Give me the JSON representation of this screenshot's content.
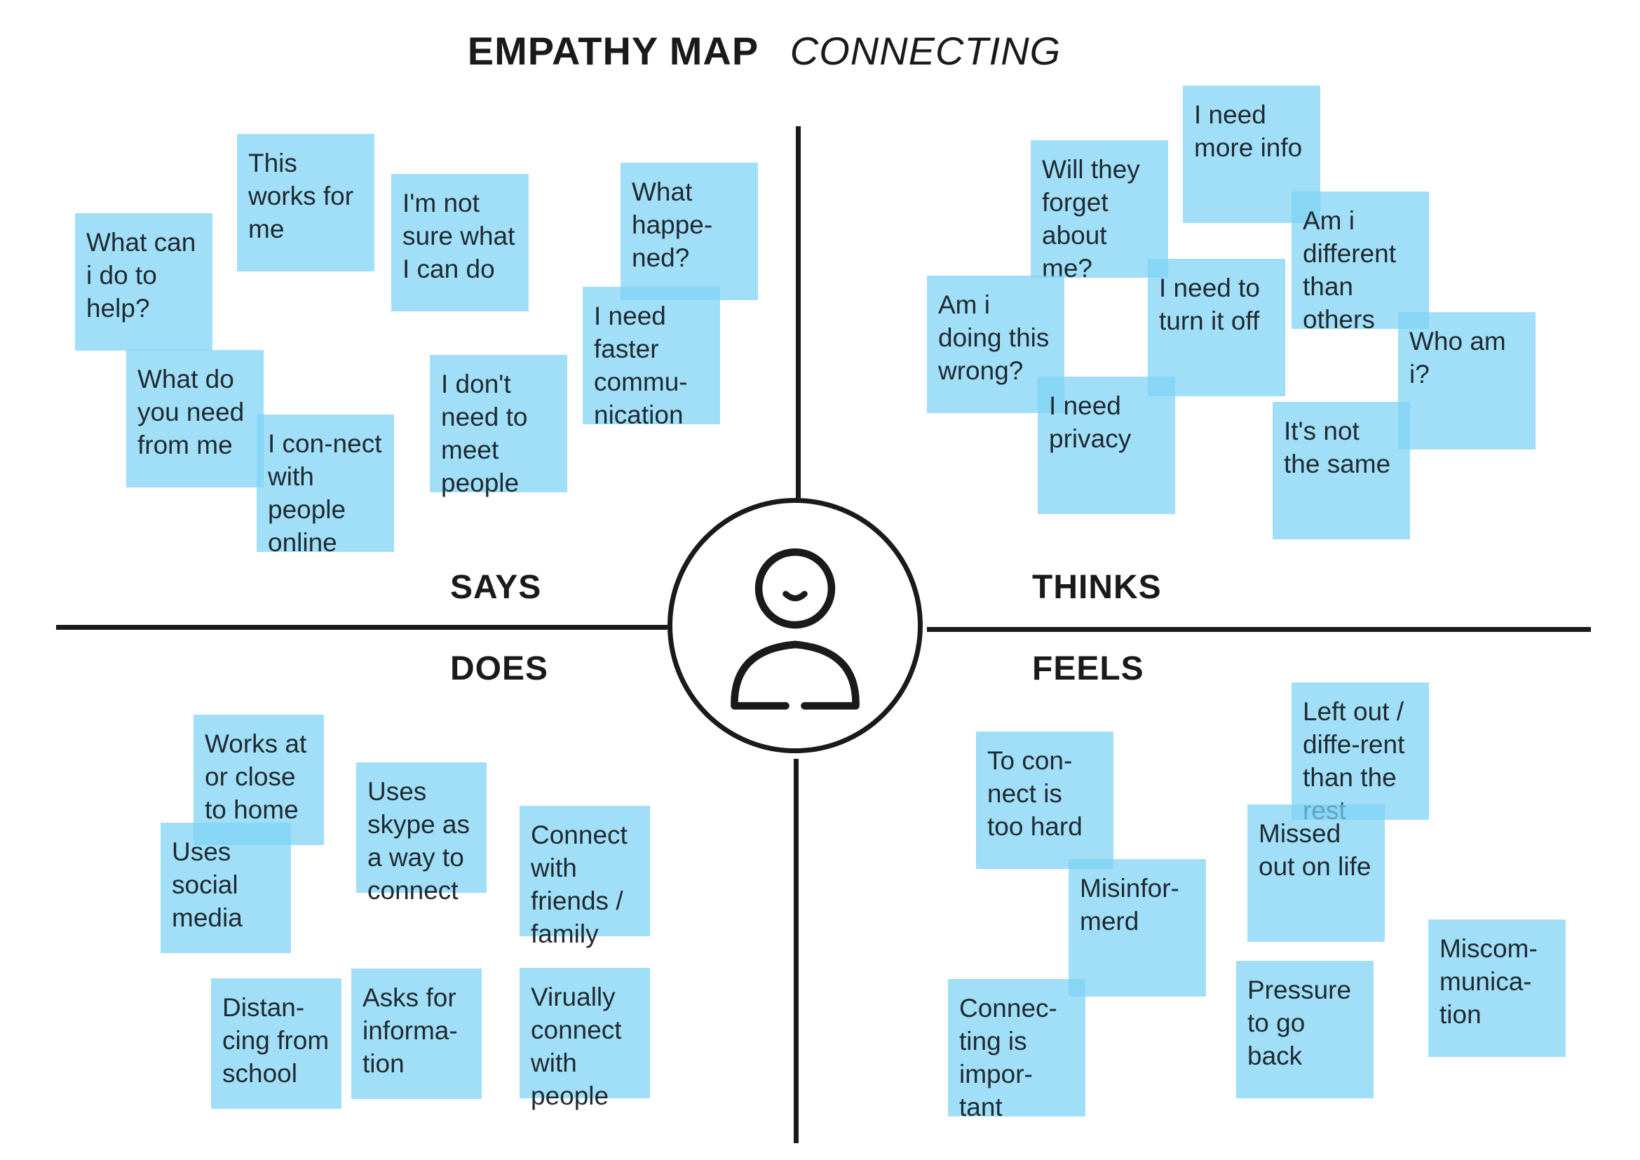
{
  "title": {
    "main": "EMPATHY MAP",
    "sub": "CONNECTING"
  },
  "quadrants": {
    "says": "SAYS",
    "thinks": "THINKS",
    "does": "DOES",
    "feels": "FEELS"
  },
  "colors": {
    "note": "#7dd3f5",
    "line": "#1a1a1a"
  },
  "icons": {
    "center": "user-avatar-icon"
  },
  "says": [
    "What can i do to help?",
    "This works for me",
    "I'm not sure what I can do",
    "What happe-ned?",
    "I need faster commu-nication",
    "What do you need from me",
    "I con-nect with people online",
    "I don't need to meet people"
  ],
  "thinks": [
    "I need more info",
    "Will they forget about me?",
    "Am i different than others",
    "I need to turn it off",
    "Am i doing this wrong?",
    "Who am i?",
    "I need privacy",
    "It's not the same"
  ],
  "does": [
    "Works at or close to home",
    "Uses skype as a way to connect",
    "Connect with friends / family",
    "Uses social media",
    "Distan-cing from school",
    "Asks for informa-tion",
    "Virually connect with people"
  ],
  "feels": [
    "Left out / diffe-rent than the rest",
    "To con-nect is too hard",
    "Missed out on life",
    "Misinfor-merd",
    "Miscom-munica-tion",
    "Connec-ting is impor-tant",
    "Pressure to go back"
  ]
}
